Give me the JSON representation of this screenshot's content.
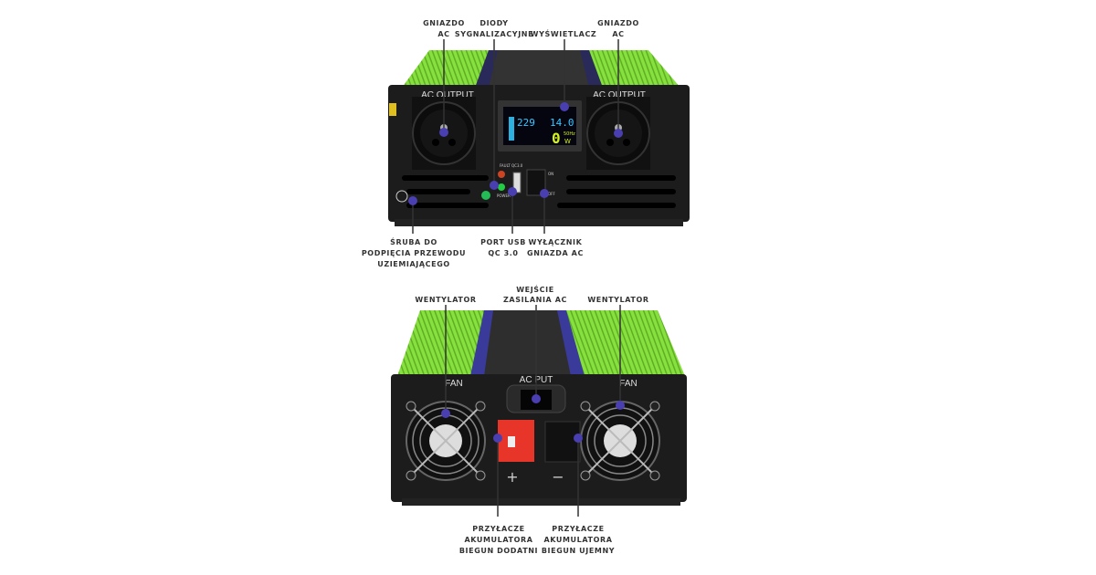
{
  "colors": {
    "body_green": "#7fd93a",
    "panel_black": "#1c1c1c",
    "stripe_purple": "#4a3fb0",
    "dot": "#4a3fb0"
  },
  "front": {
    "labels": {
      "socket_left": [
        "GNIAZDO",
        "AC"
      ],
      "leds": [
        "DIODY",
        "SYGNALIZACYJNE"
      ],
      "display": "WYŚWIETLACZ",
      "socket_right": [
        "GNIAZDO",
        "AC"
      ],
      "ground_screw": [
        "ŚRUBA DO",
        "PODPIĘCIA PRZEWODU",
        "UZIEMIAJĄCEGO"
      ],
      "usb": [
        "PORT USB",
        "QC 3.0"
      ],
      "switch": [
        "WYŁĄCZNIK",
        "GNIAZDA AC"
      ]
    },
    "panel_text": {
      "ac_output_left": "AC OUTPUT",
      "ac_output_right": "AC OUTPUT",
      "fault": "FAULT",
      "power": "POWER",
      "qc": "QC3.0",
      "on": "ON",
      "off": "OFF"
    },
    "display": {
      "voltage_ac": "229",
      "voltage_dc": "14.0",
      "power": "0",
      "unit_w": "W",
      "freq": "50Hz"
    }
  },
  "rear": {
    "labels": {
      "fan_left": "WENTYLATOR",
      "ac_input": [
        "WEJŚCIE",
        "ZASILANIA AC"
      ],
      "fan_right": "WENTYLATOR",
      "battery_pos": [
        "PRZYŁACZE",
        "AKUMULATORA",
        "BIEGUN DODATNI"
      ],
      "battery_neg": [
        "PRZYŁACZE",
        "AKUMULATORA",
        "BIEGUN UJEMNY"
      ]
    },
    "panel_text": {
      "fan_left": "FAN",
      "fan_right": "FAN",
      "ac_input": "AC  PUT",
      "plus": "+",
      "minus": "−"
    }
  }
}
